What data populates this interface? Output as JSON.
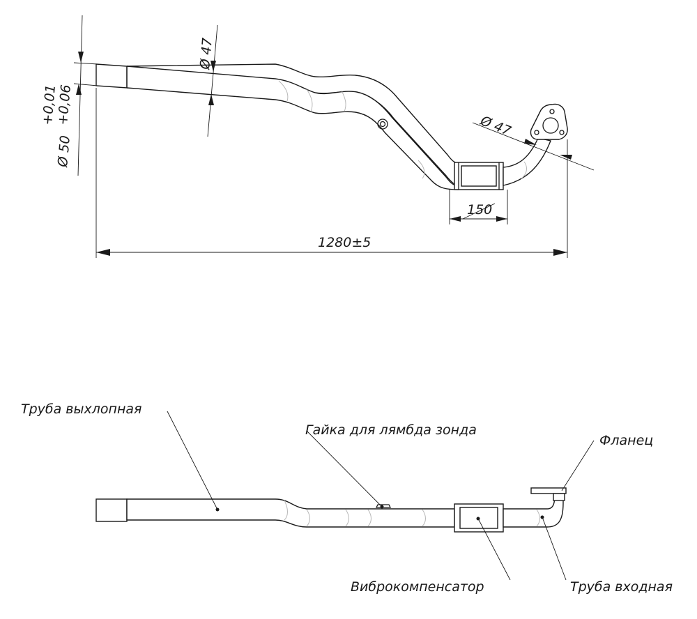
{
  "top_view": {
    "dim_outlet_diameter": "Ø 50",
    "dim_outlet_tol_upper": "+0,01",
    "dim_outlet_tol_lower": "+0,06",
    "dim_pipe_diameter": "Ø 47",
    "dim_inlet_diameter": "Ø 47",
    "dim_compensator_length": "150",
    "dim_total_length": "1280±5"
  },
  "side_view": {
    "label_exhaust_pipe": "Труба выхлопная",
    "label_lambda_nut": "Гайка для лямбда зонда",
    "label_flange": "Фланец",
    "label_compensator": "Виброкомпенсатор",
    "label_inlet_pipe": "Труба входная"
  }
}
